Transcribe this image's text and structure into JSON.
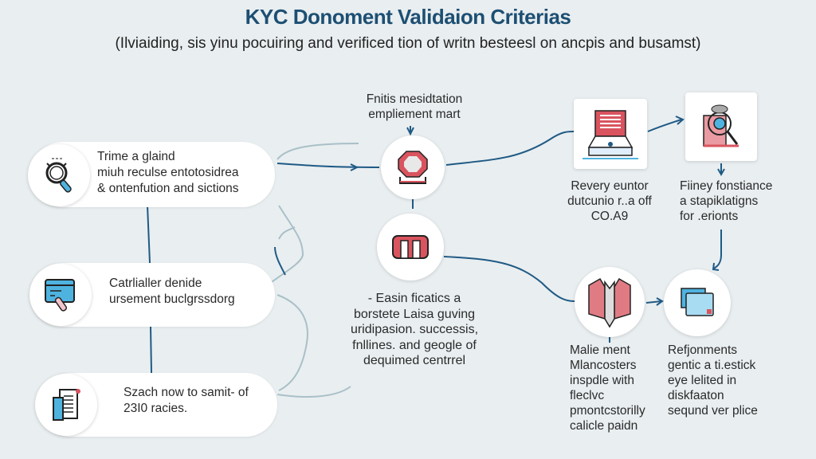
{
  "title": "KYC Donoment Validaion Criterias",
  "subtitle": "(Ilviaiding, sis yinu pocuiring and verificed tion of writn besteesl on ancpis and busamst)",
  "left_steps": [
    {
      "icon": "magnifier-icon",
      "lines": [
        "Trime a glaind",
        "miuh reculse entotosidrea",
        "& ontenfution and sictions"
      ]
    },
    {
      "icon": "browser-click-icon",
      "lines": [
        "Catrlialler denide",
        "ursement buclgrssdorg"
      ]
    },
    {
      "icon": "document-stack-icon",
      "lines": [
        "Szach now to samit- of",
        "23I0 racies."
      ]
    }
  ],
  "center": {
    "top_label": [
      "Fnitis mesidtation",
      "empliement mart"
    ],
    "bottom_label": [
      "- Easin ficatics a",
      "borstete Laisa guving",
      "uridipasion. successis,",
      "fnllines. and geogle of",
      "dequimed centrrel"
    ]
  },
  "right": {
    "box1_label": [
      "Revery euntor",
      "dutcunio r..a off",
      "CO.A9"
    ],
    "box2_label": [
      "Fiiney fonstiance",
      "a stapiklatigns",
      "for .erionts"
    ],
    "node3_label": [
      "Malie ment",
      "Mlancosters",
      "inspdle with",
      "fleclvc",
      "pmontcstorilly",
      "calicle paidn"
    ],
    "node4_label": [
      "Refjonments",
      "gentic a ti.estick",
      "eye lelited in",
      "diskfaaton",
      "seqund ver plice"
    ]
  },
  "colors": {
    "title": "#1d4f73",
    "connector": "#1f5a85",
    "faint_connector": "#a9c0c8",
    "accent_red": "#d9545f",
    "accent_blue": "#4fb3e0"
  }
}
